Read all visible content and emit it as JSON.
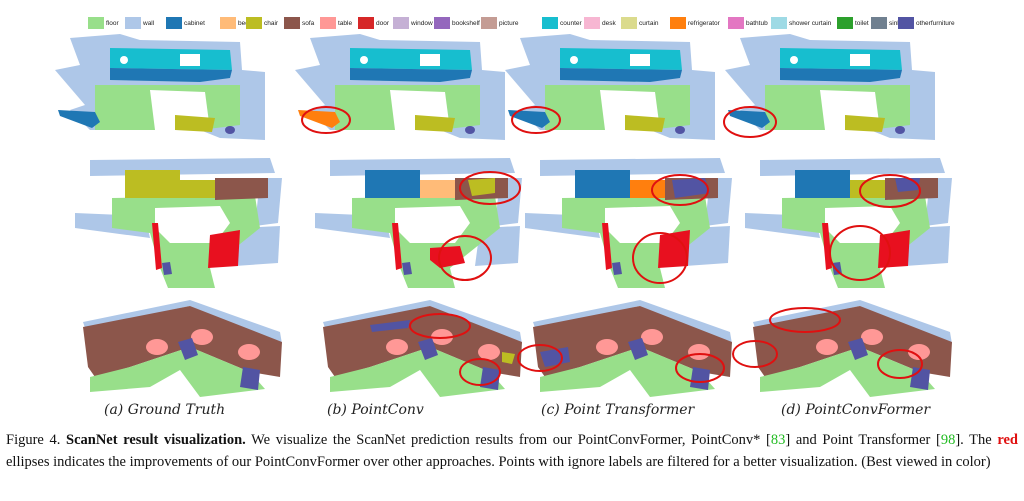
{
  "legend": [
    {
      "label": "floor",
      "color": "#98df8a"
    },
    {
      "label": "wall",
      "color": "#aec7e8"
    },
    {
      "label": "cabinet",
      "color": "#1f77b4"
    },
    {
      "label": "bed",
      "color": "#ffbb78"
    },
    {
      "label": "chair",
      "color": "#bcbd22"
    },
    {
      "label": "sofa",
      "color": "#8c564b"
    },
    {
      "label": "table",
      "color": "#ff9896"
    },
    {
      "label": "door",
      "color": "#d62728"
    },
    {
      "label": "window",
      "color": "#c5b0d5"
    },
    {
      "label": "bookshelf",
      "color": "#9467bd"
    },
    {
      "label": "picture",
      "color": "#c49c94"
    },
    {
      "label": "counter",
      "color": "#17becf"
    },
    {
      "label": "desk",
      "color": "#f7b6d2"
    },
    {
      "label": "curtain",
      "color": "#dbdb8d"
    },
    {
      "label": "refrigerator",
      "color": "#ff7f0e"
    },
    {
      "label": "bathtub",
      "color": "#e377c2"
    },
    {
      "label": "shower curtain",
      "color": "#9edae5"
    },
    {
      "label": "toilet",
      "color": "#2ca02c"
    },
    {
      "label": "sink",
      "color": "#708090"
    },
    {
      "label": "otherfurniture",
      "color": "#5254a3"
    }
  ],
  "columns": [
    {
      "label": "(a) Ground Truth",
      "method": "ground-truth",
      "ellipses": [
        0,
        0,
        0
      ]
    },
    {
      "label": "(b) PointConv",
      "method": "pointconv",
      "ellipses": [
        1,
        2,
        2
      ]
    },
    {
      "label": "(c) Point Transformer",
      "method": "point-transformer",
      "ellipses": [
        1,
        2,
        2
      ]
    },
    {
      "label": "(d) PointConvFormer",
      "method": "pointconvformer",
      "ellipses": [
        1,
        2,
        3
      ]
    }
  ],
  "rows": [
    "scene-1",
    "scene-2",
    "scene-3"
  ],
  "ellipse_color": "#e01010",
  "caption": {
    "figure_no": "Figure 4.",
    "title": "ScanNet result visualization.",
    "part1": " We visualize the ScanNet prediction results from our PointConvFormer, PointConv* [",
    "ref1": "83",
    "part2": "] and Point Transformer [",
    "ref2": "98",
    "part3": "]. The ",
    "red_word": "red",
    "part4": " ellipses indicates the improvements of our PointConvFormer over other approaches. Points with ignore labels are filtered for a better visualization. (Best viewed in color)"
  }
}
